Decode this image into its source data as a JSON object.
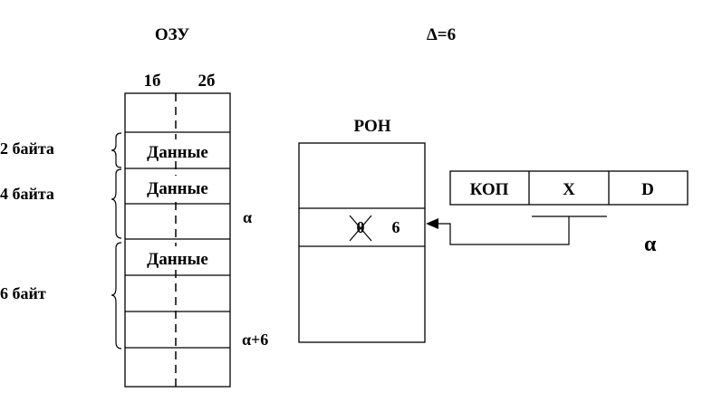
{
  "titles": {
    "ram": "ОЗУ",
    "delta": "Δ=6",
    "ron": "РОН"
  },
  "ram": {
    "col_headers": [
      "1б",
      "2б"
    ],
    "cell_data": [
      "Данные",
      "Данные",
      "Данные"
    ],
    "side_labels": [
      "2 байта",
      "4 байта",
      "6 байт"
    ],
    "address_labels": [
      "α",
      "α+6"
    ]
  },
  "ron": {
    "old_value": "0",
    "new_value": "6"
  },
  "instruction": {
    "fields": [
      "КОП",
      "X",
      "D"
    ],
    "alpha_label": "α"
  }
}
